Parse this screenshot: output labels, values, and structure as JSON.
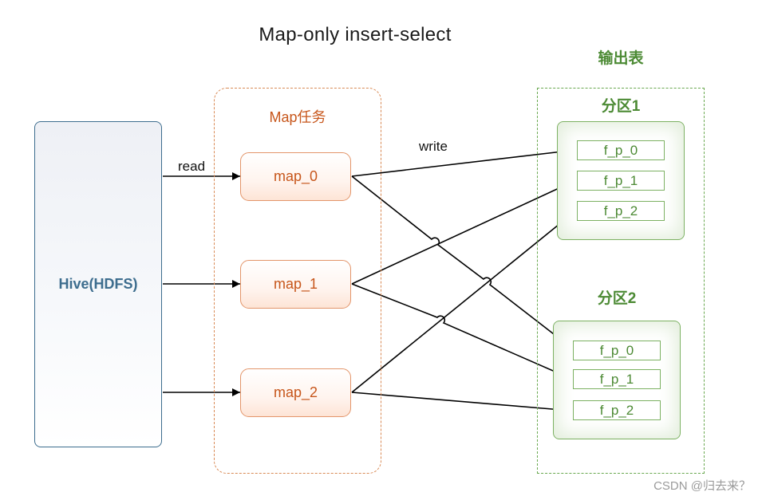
{
  "title": "Map-only  insert-select",
  "source": {
    "label": "Hive(HDFS)"
  },
  "map_group": {
    "label": "Map任务",
    "tasks": [
      {
        "id": "map_0",
        "label": "map_0"
      },
      {
        "id": "map_1",
        "label": "map_1"
      },
      {
        "id": "map_2",
        "label": "map_2"
      }
    ]
  },
  "output": {
    "label": "输出表",
    "partitions": [
      {
        "label": "分区1",
        "files": [
          "f_p_0",
          "f_p_1",
          "f_p_2"
        ]
      },
      {
        "label": "分区2",
        "files": [
          "f_p_0",
          "f_p_1",
          "f_p_2"
        ]
      }
    ]
  },
  "edges": [
    {
      "from": "hive",
      "to": "map_0",
      "label": "read"
    },
    {
      "from": "hive",
      "to": "map_1",
      "label": ""
    },
    {
      "from": "hive",
      "to": "map_2",
      "label": ""
    },
    {
      "from": "map_0",
      "to": "p1_f_p_0",
      "label": "write"
    },
    {
      "from": "map_0",
      "to": "p2_f_p_0",
      "label": ""
    },
    {
      "from": "map_1",
      "to": "p1_f_p_1",
      "label": ""
    },
    {
      "from": "map_1",
      "to": "p2_f_p_1",
      "label": ""
    },
    {
      "from": "map_2",
      "to": "p1_f_p_2",
      "label": ""
    },
    {
      "from": "map_2",
      "to": "p2_f_p_2",
      "label": ""
    }
  ],
  "watermark": "CSDN @归去来？",
  "colors": {
    "hive": "#3d6d8e",
    "map": "#c7561b",
    "output": "#4c8a34",
    "arrow": "#000000"
  }
}
